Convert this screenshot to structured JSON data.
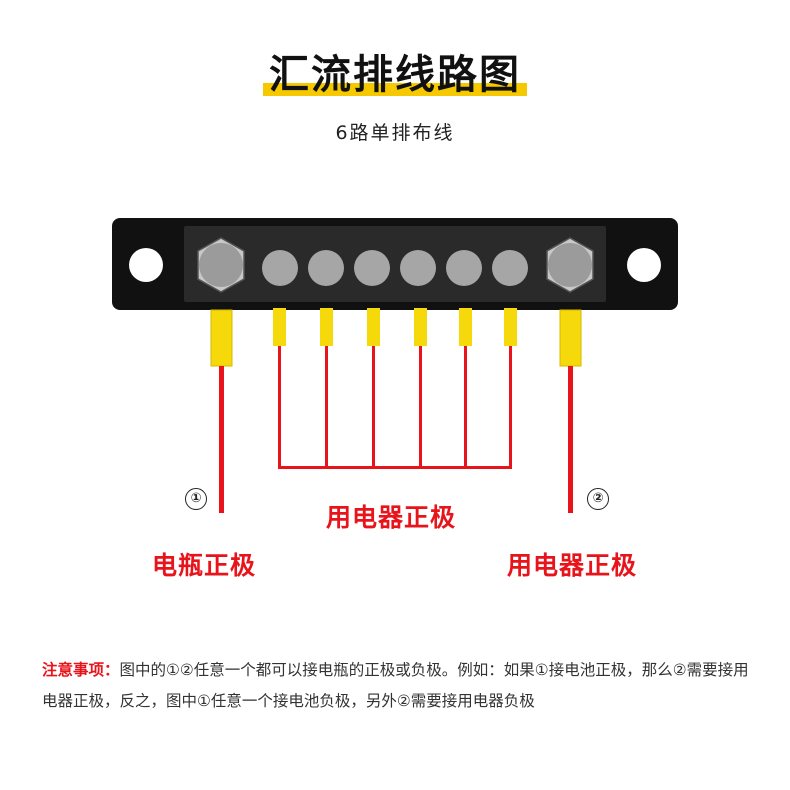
{
  "title": "汇流排线路图",
  "subtitle": "6路单排布线",
  "labels": {
    "marker_1": "①",
    "marker_2": "②",
    "middle": "用电器正极",
    "left": "电瓶正极",
    "right": "用电器正极"
  },
  "note": {
    "label": "注意事项：",
    "text": "图中的①②任意一个都可以接电瓶的正极或负极。例如：如果①接电池正极，那么②需要接用电器正极，反之，图中①任意一个接电池负极，另外②需要接用电器负极"
  },
  "colors": {
    "bar": "#111111",
    "insert": "#2a2a2a",
    "terminal": "#a6a6a6",
    "wire_red": "#e8141c",
    "sleeve": "#f5d90a",
    "highlight": "#f5c800"
  }
}
